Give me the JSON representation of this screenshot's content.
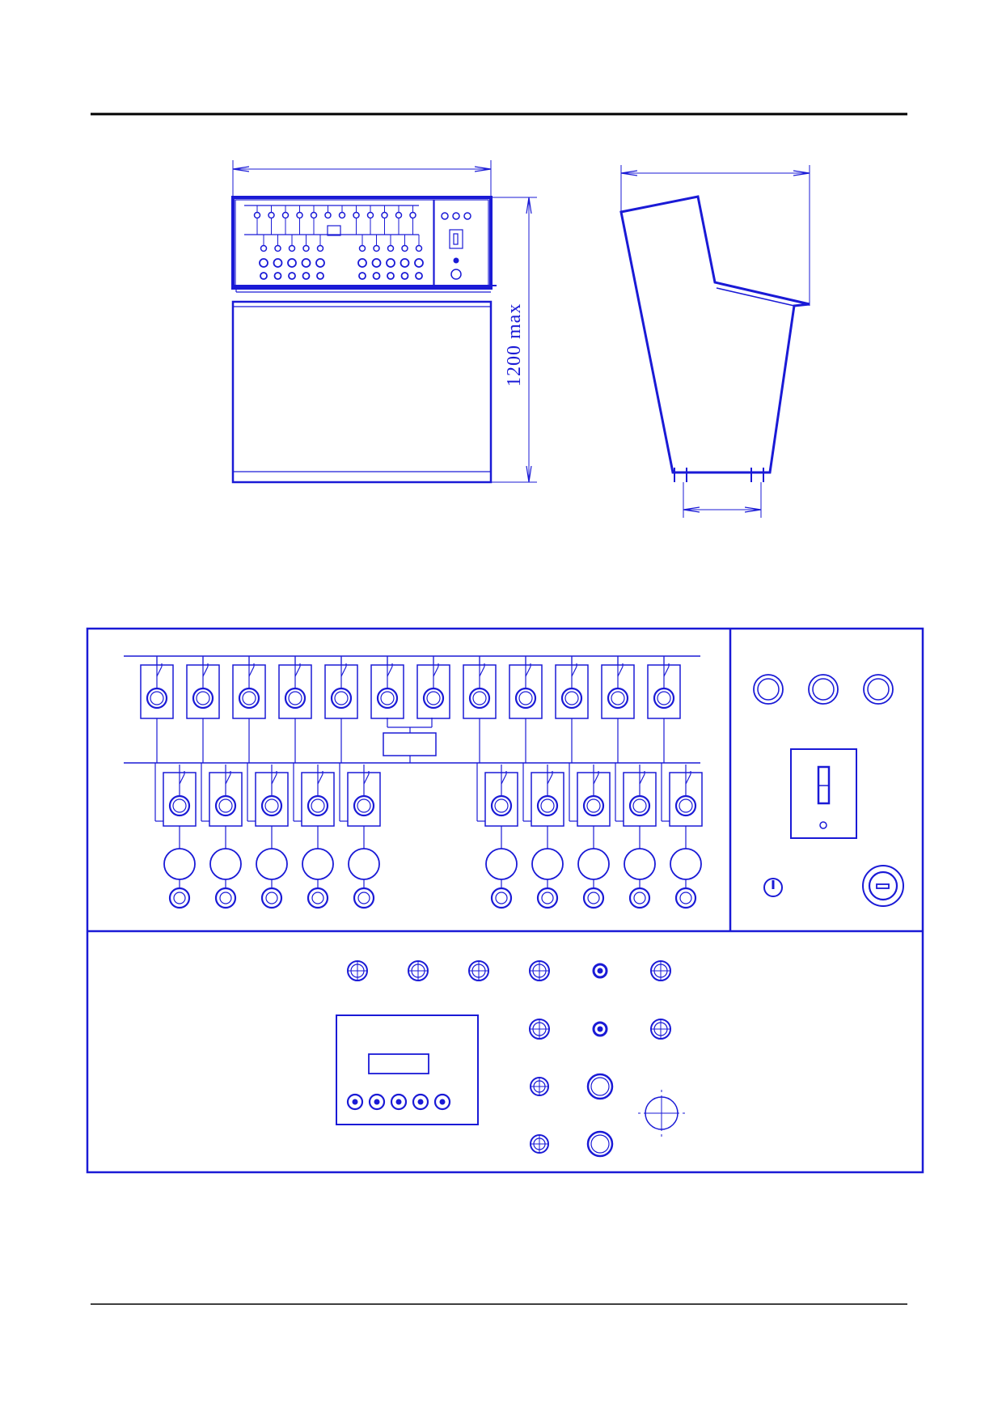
{
  "drawing": {
    "ink_color": "#1a1ad6",
    "border_color": "#000000",
    "background": "#ffffff",
    "height_dimension_label": "1200  max"
  },
  "front_view": {
    "upper_row_switches": 12,
    "lower_row_switches": 10,
    "right_panel_indicators": 3
  },
  "control_panel": {
    "upper_branch_count": 12,
    "lower_left_branch_count": 5,
    "lower_right_branch_count": 5,
    "indicator_lamps": 3,
    "display_module_buttons": 5,
    "icons": [
      "pilot-lamp-icon",
      "push-button-icon",
      "key-switch-icon",
      "toggle-switch-icon",
      "emergency-stop-icon"
    ]
  }
}
